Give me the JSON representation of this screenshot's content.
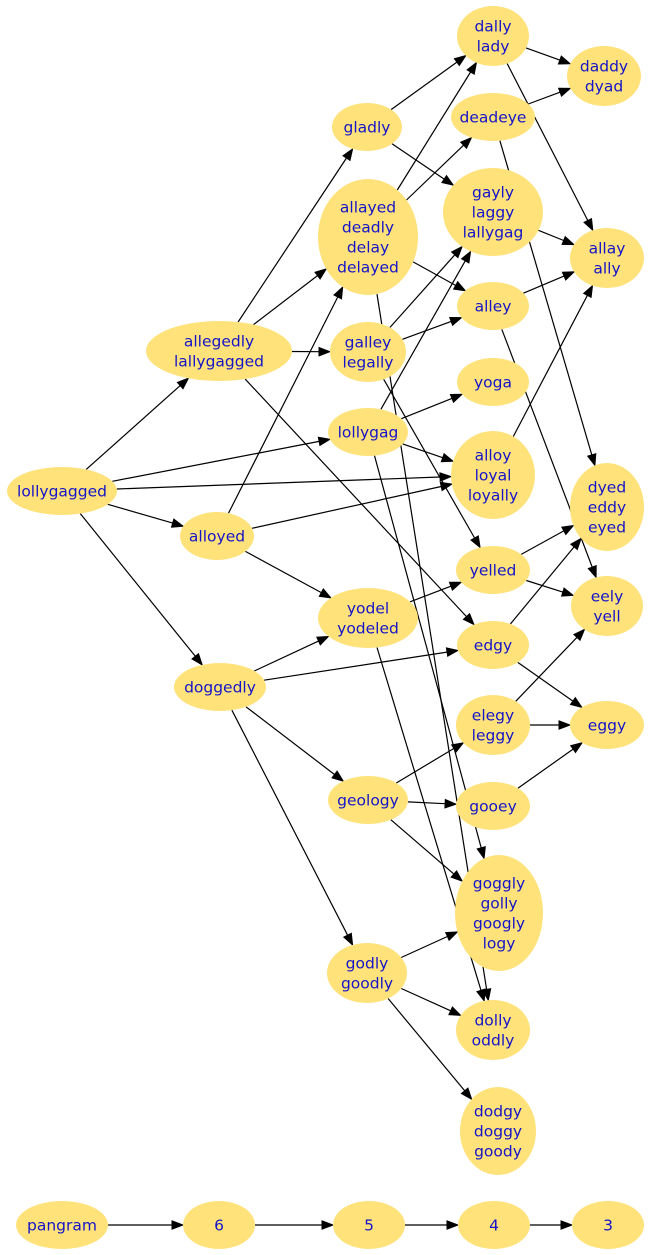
{
  "diagram": {
    "nodes": [
      {
        "id": "lollygagged",
        "lines": [
          "lollygagged"
        ]
      },
      {
        "id": "allegedly",
        "lines": [
          "allegedly",
          "lallygagged"
        ]
      },
      {
        "id": "alloyed",
        "lines": [
          "alloyed"
        ]
      },
      {
        "id": "doggedly",
        "lines": [
          "doggedly"
        ]
      },
      {
        "id": "gladly",
        "lines": [
          "gladly"
        ]
      },
      {
        "id": "allayed",
        "lines": [
          "allayed",
          "deadly",
          "delay",
          "delayed"
        ]
      },
      {
        "id": "galley",
        "lines": [
          "galley",
          "legally"
        ]
      },
      {
        "id": "lollygag",
        "lines": [
          "lollygag"
        ]
      },
      {
        "id": "yodel",
        "lines": [
          "yodel",
          "yodeled"
        ]
      },
      {
        "id": "geology",
        "lines": [
          "geology"
        ]
      },
      {
        "id": "godly",
        "lines": [
          "godly",
          "goodly"
        ]
      },
      {
        "id": "dally",
        "lines": [
          "dally",
          "lady"
        ]
      },
      {
        "id": "deadeye",
        "lines": [
          "deadeye"
        ]
      },
      {
        "id": "gayly",
        "lines": [
          "gayly",
          "laggy",
          "lallygag"
        ]
      },
      {
        "id": "alley",
        "lines": [
          "alley"
        ]
      },
      {
        "id": "yoga",
        "lines": [
          "yoga"
        ]
      },
      {
        "id": "alloy",
        "lines": [
          "alloy",
          "loyal",
          "loyally"
        ]
      },
      {
        "id": "yelled",
        "lines": [
          "yelled"
        ]
      },
      {
        "id": "edgy",
        "lines": [
          "edgy"
        ]
      },
      {
        "id": "elegy",
        "lines": [
          "elegy",
          "leggy"
        ]
      },
      {
        "id": "gooey",
        "lines": [
          "gooey"
        ]
      },
      {
        "id": "goggly",
        "lines": [
          "goggly",
          "golly",
          "googly",
          "logy"
        ]
      },
      {
        "id": "dolly",
        "lines": [
          "dolly",
          "oddly"
        ]
      },
      {
        "id": "dodgy",
        "lines": [
          "dodgy",
          "doggy",
          "goody"
        ]
      },
      {
        "id": "daddy",
        "lines": [
          "daddy",
          "dyad"
        ]
      },
      {
        "id": "allay",
        "lines": [
          "allay",
          "ally"
        ]
      },
      {
        "id": "dyed",
        "lines": [
          "dyed",
          "eddy",
          "eyed"
        ]
      },
      {
        "id": "eely",
        "lines": [
          "eely",
          "yell"
        ]
      },
      {
        "id": "eggy",
        "lines": [
          "eggy"
        ]
      },
      {
        "id": "pangram",
        "lines": [
          "pangram"
        ]
      },
      {
        "id": "n6",
        "lines": [
          "6"
        ]
      },
      {
        "id": "n5",
        "lines": [
          "5"
        ]
      },
      {
        "id": "n4",
        "lines": [
          "4"
        ]
      },
      {
        "id": "n3",
        "lines": [
          "3"
        ]
      }
    ],
    "edges": [
      [
        "lollygagged",
        "allegedly"
      ],
      [
        "lollygagged",
        "alloyed"
      ],
      [
        "lollygagged",
        "doggedly"
      ],
      [
        "lollygagged",
        "lollygag"
      ],
      [
        "lollygagged",
        "alloy"
      ],
      [
        "allegedly",
        "gladly"
      ],
      [
        "allegedly",
        "allayed"
      ],
      [
        "allegedly",
        "galley"
      ],
      [
        "allegedly",
        "edgy"
      ],
      [
        "alloyed",
        "allayed"
      ],
      [
        "alloyed",
        "alloy"
      ],
      [
        "alloyed",
        "yodel"
      ],
      [
        "doggedly",
        "yodel"
      ],
      [
        "doggedly",
        "edgy"
      ],
      [
        "doggedly",
        "geology"
      ],
      [
        "doggedly",
        "godly"
      ],
      [
        "gladly",
        "dally"
      ],
      [
        "gladly",
        "gayly"
      ],
      [
        "allayed",
        "dally"
      ],
      [
        "allayed",
        "deadeye"
      ],
      [
        "allayed",
        "alley"
      ],
      [
        "allayed",
        "dolly"
      ],
      [
        "galley",
        "alley"
      ],
      [
        "galley",
        "gayly"
      ],
      [
        "galley",
        "yelled"
      ],
      [
        "lollygag",
        "yoga"
      ],
      [
        "lollygag",
        "alloy"
      ],
      [
        "lollygag",
        "gayly"
      ],
      [
        "lollygag",
        "goggly"
      ],
      [
        "yodel",
        "yelled"
      ],
      [
        "yodel",
        "dolly"
      ],
      [
        "geology",
        "elegy"
      ],
      [
        "geology",
        "gooey"
      ],
      [
        "geology",
        "goggly"
      ],
      [
        "godly",
        "goggly"
      ],
      [
        "godly",
        "dolly"
      ],
      [
        "godly",
        "dodgy"
      ],
      [
        "dally",
        "daddy"
      ],
      [
        "dally",
        "allay"
      ],
      [
        "deadeye",
        "daddy"
      ],
      [
        "deadeye",
        "dyed"
      ],
      [
        "gayly",
        "allay"
      ],
      [
        "alley",
        "allay"
      ],
      [
        "alley",
        "eely"
      ],
      [
        "alloy",
        "allay"
      ],
      [
        "yelled",
        "dyed"
      ],
      [
        "yelled",
        "eely"
      ],
      [
        "edgy",
        "dyed"
      ],
      [
        "edgy",
        "eggy"
      ],
      [
        "elegy",
        "eely"
      ],
      [
        "elegy",
        "eggy"
      ],
      [
        "gooey",
        "eggy"
      ],
      [
        "pangram",
        "n6"
      ],
      [
        "n6",
        "n5"
      ],
      [
        "n5",
        "n4"
      ],
      [
        "n4",
        "n3"
      ]
    ]
  }
}
